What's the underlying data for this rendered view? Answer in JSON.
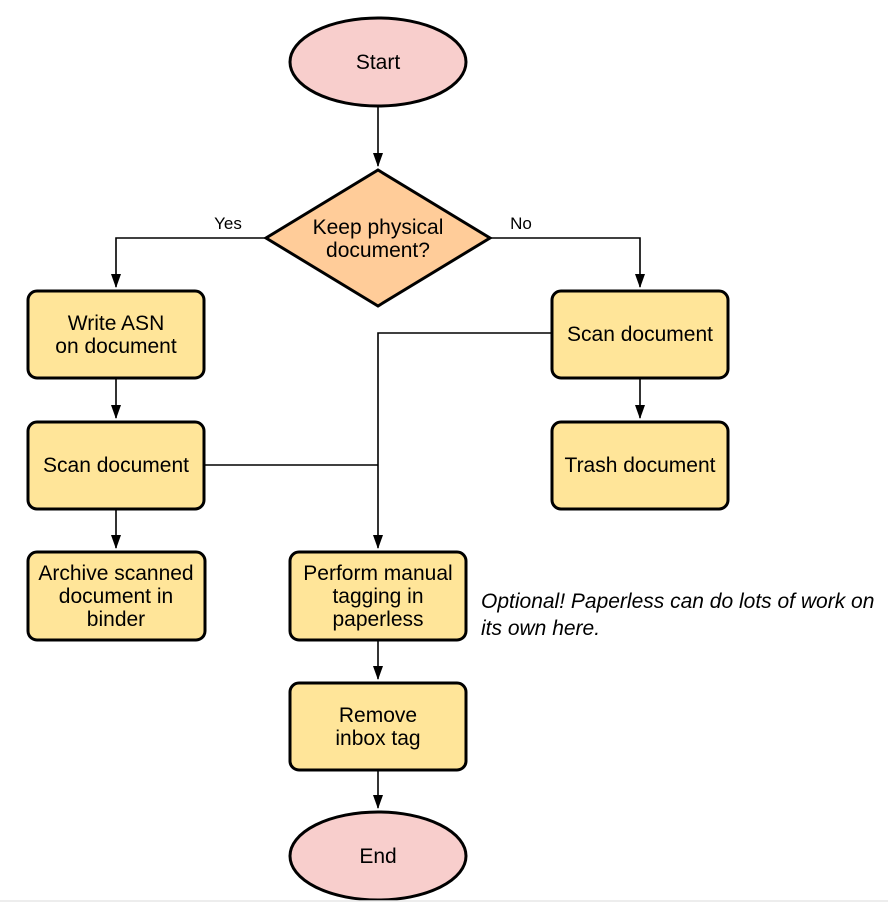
{
  "diagram": {
    "colors": {
      "terminal_fill": "#f8cecc",
      "decision_fill": "#ffcc99",
      "process_fill": "#ffe599",
      "stroke": "#000000"
    },
    "nodes": {
      "start": {
        "label": "Start"
      },
      "decision": {
        "line1": "Keep physical",
        "line2": "document?"
      },
      "write_asn": {
        "line1": "Write ASN",
        "line2": "on document"
      },
      "scan_left": {
        "label": "Scan document"
      },
      "archive": {
        "line1": "Archive scanned",
        "line2": "document in",
        "line3": "binder"
      },
      "scan_right": {
        "label": "Scan document"
      },
      "trash": {
        "label": "Trash document"
      },
      "tagging": {
        "line1": "Perform manual",
        "line2": "tagging in",
        "line3": "paperless"
      },
      "remove_inbox": {
        "line1": "Remove",
        "line2": "inbox tag"
      },
      "end": {
        "label": "End"
      }
    },
    "edge_labels": {
      "yes": "Yes",
      "no": "No"
    },
    "note": {
      "text": "Optional! Paperless can do lots of work on its own here."
    }
  }
}
